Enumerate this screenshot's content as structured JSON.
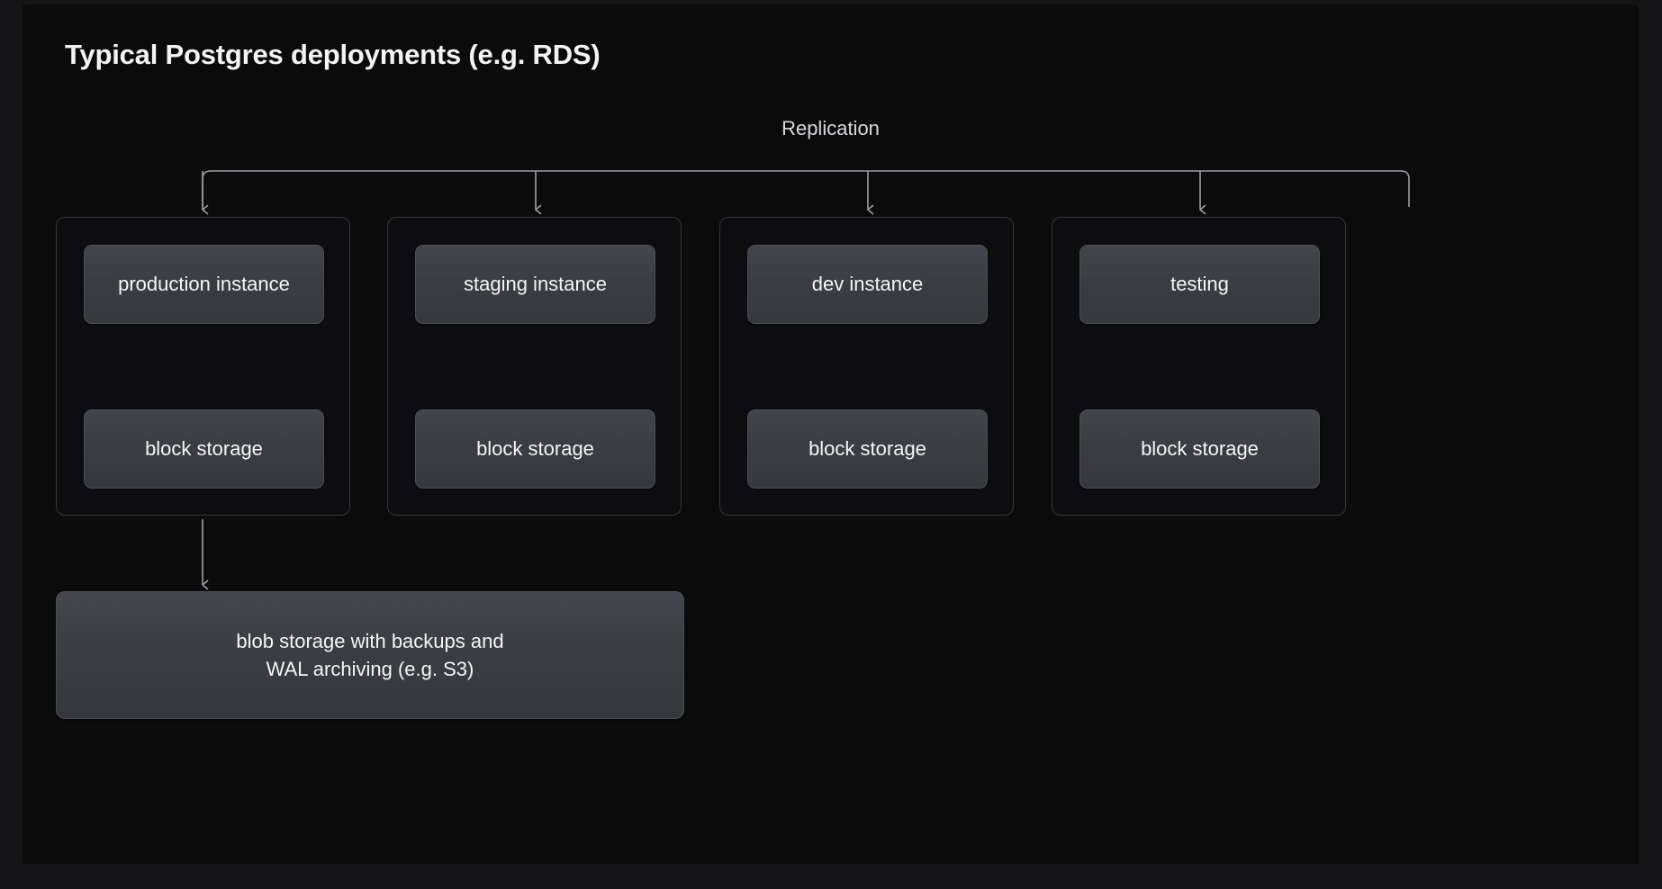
{
  "page": {
    "title": "Typical Postgres deployments (e.g. RDS)",
    "background_color": "#0b0b0c",
    "frame_color": "#141416",
    "text_color": "#f4f5f7",
    "line_color": "#9aa0a6",
    "box_fill_color": "#3a3d42",
    "box_border_color": "#4b4e55",
    "container_border_color": "#33353a"
  },
  "diagram": {
    "type": "architecture-diagram",
    "replication_label": "Replication",
    "columns": [
      {
        "id": "production",
        "instance_label": "production instance",
        "storage_label": "block storage",
        "has_backup_arrow": true
      },
      {
        "id": "staging",
        "instance_label": "staging instance",
        "storage_label": "block storage",
        "has_backup_arrow": false
      },
      {
        "id": "dev",
        "instance_label": "dev instance",
        "storage_label": "block storage",
        "has_backup_arrow": false
      },
      {
        "id": "testing",
        "instance_label": "testing",
        "storage_label": "block storage",
        "has_backup_arrow": false
      }
    ],
    "blob_storage": {
      "line1": "blob storage with backups and",
      "line2": "WAL archiving (e.g. S3)"
    },
    "edges": [
      {
        "from": "replication-bus",
        "to": "production",
        "style": "arrow-down"
      },
      {
        "from": "replication-bus",
        "to": "staging",
        "style": "arrow-down"
      },
      {
        "from": "replication-bus",
        "to": "dev",
        "style": "arrow-down"
      },
      {
        "from": "replication-bus",
        "to": "testing",
        "style": "arrow-down"
      },
      {
        "from": "production-instance",
        "to": "production-block-storage",
        "style": "double-arrow-vertical"
      },
      {
        "from": "staging-instance",
        "to": "staging-block-storage",
        "style": "double-arrow-vertical"
      },
      {
        "from": "dev-instance",
        "to": "dev-block-storage",
        "style": "double-arrow-vertical"
      },
      {
        "from": "testing-instance",
        "to": "testing-block-storage",
        "style": "double-arrow-vertical"
      },
      {
        "from": "production-column",
        "to": "blob-storage",
        "style": "arrow-down"
      }
    ]
  }
}
